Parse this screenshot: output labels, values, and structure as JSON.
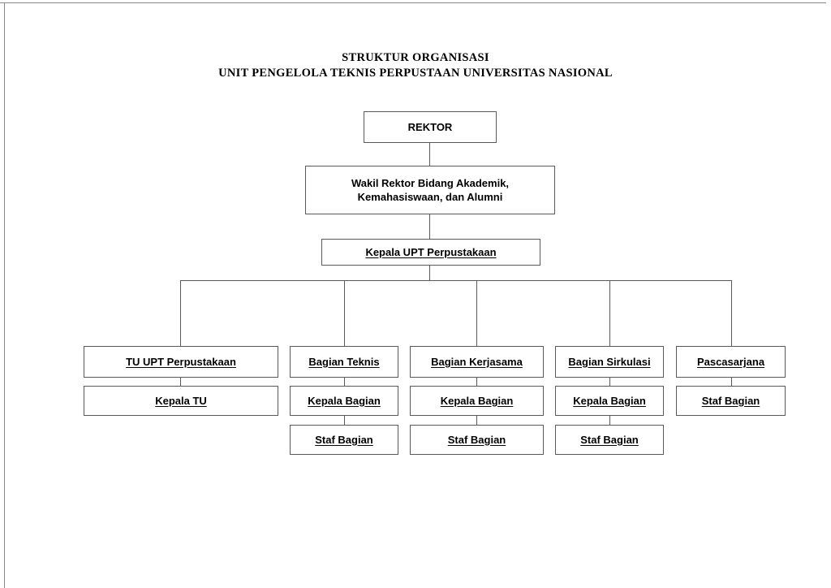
{
  "document": {
    "title_lines": [
      "STRUKTUR ORGANISASI",
      "UNIT PENGELOLA TEKNIS PERPUSTAAN UNIVERSITAS NASIONAL"
    ]
  },
  "chart_data": {
    "type": "diagram",
    "diagram_type": "organizational-chart",
    "title": "STRUKTUR ORGANISASI UNIT PENGELOLA TEKNIS PERPUSTAAN UNIVERSITAS NASIONAL",
    "orientation": "top-down",
    "levels": 5,
    "nodes": [
      {
        "id": "rektor",
        "label": "REKTOR",
        "level": 1,
        "underlined": false
      },
      {
        "id": "wakil_rektor",
        "label": "Wakil Rektor Bidang Akademik,\nKemahasiswaan, dan Alumni",
        "level": 2,
        "underlined": false
      },
      {
        "id": "kepala_upt",
        "label": "Kepala UPT Perpustakaan",
        "level": 3,
        "underlined": true
      },
      {
        "id": "tu_upt",
        "label": "TU UPT Perpustakaan",
        "level": 4,
        "underlined": true
      },
      {
        "id": "bag_teknis",
        "label": "Bagian Teknis",
        "level": 4,
        "underlined": true
      },
      {
        "id": "bag_kerjasama",
        "label": "Bagian Kerjasama",
        "level": 4,
        "underlined": true
      },
      {
        "id": "bag_sirkulasi",
        "label": "Bagian Sirkulasi",
        "level": 4,
        "underlined": true
      },
      {
        "id": "pascasarjana",
        "label": "Pascasarjana",
        "level": 4,
        "underlined": true
      },
      {
        "id": "kepala_tu",
        "label": "Kepala TU",
        "level": 5,
        "underlined": true
      },
      {
        "id": "kabag_teknis",
        "label": "Kepala Bagian",
        "level": 5,
        "underlined": true
      },
      {
        "id": "kabag_kerja",
        "label": "Kepala Bagian",
        "level": 5,
        "underlined": true
      },
      {
        "id": "kabag_sirk",
        "label": "Kepala Bagian",
        "level": 5,
        "underlined": true
      },
      {
        "id": "staf_pasca",
        "label": "Staf Bagian",
        "level": 5,
        "underlined": true
      },
      {
        "id": "staf_teknis",
        "label": "Staf Bagian",
        "level": 6,
        "underlined": true
      },
      {
        "id": "staf_kerja",
        "label": "Staf Bagian",
        "level": 6,
        "underlined": true
      },
      {
        "id": "staf_sirk",
        "label": "Staf Bagian",
        "level": 6,
        "underlined": true
      }
    ],
    "edges": [
      {
        "from": "rektor",
        "to": "wakil_rektor"
      },
      {
        "from": "wakil_rektor",
        "to": "kepala_upt"
      },
      {
        "from": "kepala_upt",
        "to": "tu_upt"
      },
      {
        "from": "kepala_upt",
        "to": "bag_teknis"
      },
      {
        "from": "kepala_upt",
        "to": "bag_kerjasama"
      },
      {
        "from": "kepala_upt",
        "to": "bag_sirkulasi"
      },
      {
        "from": "kepala_upt",
        "to": "pascasarjana"
      },
      {
        "from": "tu_upt",
        "to": "kepala_tu"
      },
      {
        "from": "bag_teknis",
        "to": "kabag_teknis"
      },
      {
        "from": "bag_kerjasama",
        "to": "kabag_kerja"
      },
      {
        "from": "bag_sirkulasi",
        "to": "kabag_sirk"
      },
      {
        "from": "pascasarjana",
        "to": "staf_pasca"
      },
      {
        "from": "kabag_teknis",
        "to": "staf_teknis"
      },
      {
        "from": "kabag_kerja",
        "to": "staf_kerja"
      },
      {
        "from": "kabag_sirk",
        "to": "staf_sirk"
      }
    ],
    "colors": {
      "box_border": "#595959",
      "box_fill": "#ffffff",
      "connector": "#595959",
      "text": "#000000",
      "page_background": "#ffffff"
    }
  },
  "nodes": {
    "rektor": "REKTOR",
    "wakil_rektor_line1": "Wakil Rektor Bidang Akademik,",
    "wakil_rektor_line2": "Kemahasiswaan, dan Alumni",
    "kepala_upt": "Kepala UPT Perpustakaan",
    "tu_upt": "TU UPT Perpustakaan",
    "bag_teknis": "Bagian Teknis",
    "bag_kerjasama": "Bagian Kerjasama",
    "bag_sirkulasi": "Bagian Sirkulasi",
    "pascasarjana": "Pascasarjana",
    "kepala_tu": "Kepala TU",
    "kabag_teknis": "Kepala Bagian",
    "kabag_kerja": "Kepala Bagian",
    "kabag_sirk": "Kepala Bagian",
    "staf_pasca": "Staf Bagian",
    "staf_teknis": "Staf Bagian",
    "staf_kerja": "Staf Bagian",
    "staf_sirk": "Staf Bagian"
  }
}
